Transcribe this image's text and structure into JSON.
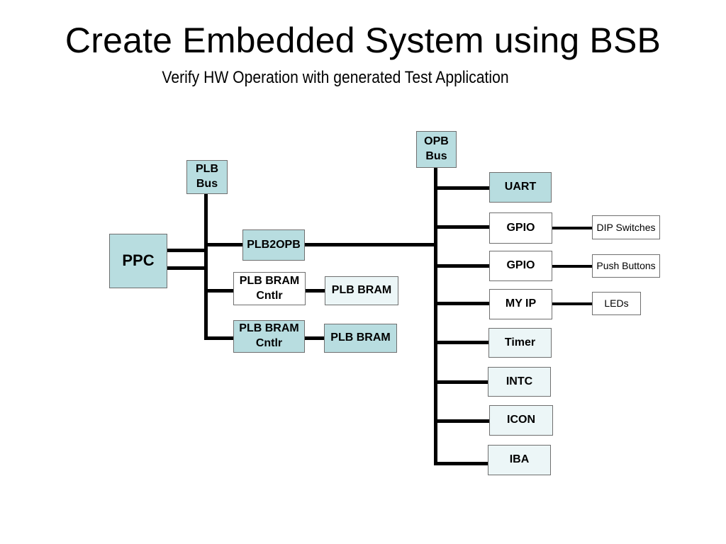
{
  "title": "Create Embedded System using BSB",
  "subtitle": "Verify HW Operation with generated Test Application",
  "blocks": {
    "plb_bus": "PLB\nBus",
    "opb_bus": "OPB\nBus",
    "ppc": "PPC",
    "plb2opb": "PLB2OPB",
    "plb_bram_cntlr_1": "PLB BRAM\nCntlr",
    "plb_bram_cntlr_2": "PLB BRAM\nCntlr",
    "plb_bram_1": "PLB BRAM",
    "plb_bram_2": "PLB BRAM",
    "uart": "UART",
    "gpio_1": "GPIO",
    "gpio_2": "GPIO",
    "my_ip": "MY IP",
    "timer": "Timer",
    "intc": "INTC",
    "icon": "ICON",
    "iba": "IBA"
  },
  "peripherals": {
    "dip_switches": "DIP Switches",
    "push_buttons": "Push Buttons",
    "leds": "LEDs"
  },
  "colors": {
    "teal_fill": "#b8dde0",
    "pale_fill": "#ecf6f7",
    "white_fill": "#ffffff",
    "line": "#000000"
  }
}
